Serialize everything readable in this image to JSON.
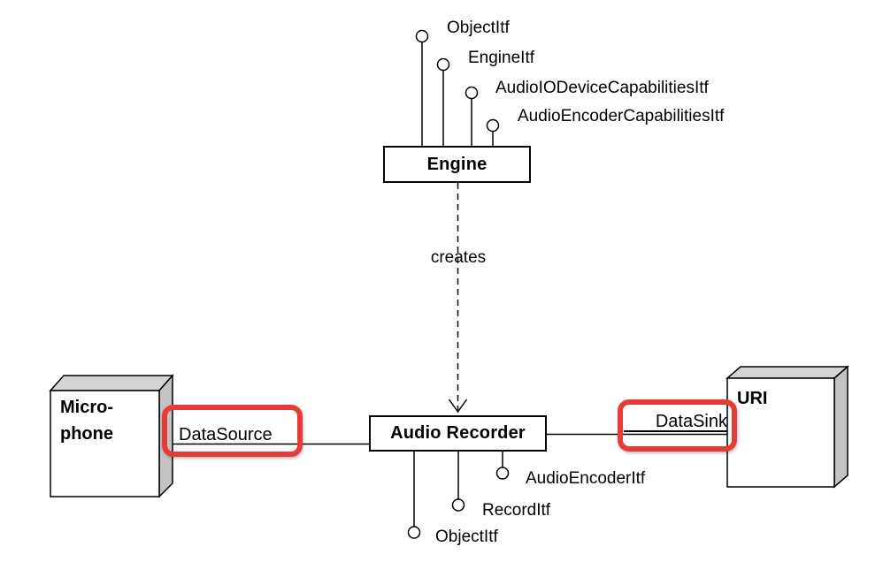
{
  "colors": {
    "highlight_red": "#e83b36",
    "box_top_face": "#d4d4d4",
    "box_side_face": "#c3c3c3",
    "line": "#000000",
    "node_fill": "#ffffff"
  },
  "engine": {
    "title": "Engine",
    "interfaces": [
      {
        "label": "ObjectItf"
      },
      {
        "label": "EngineItf"
      },
      {
        "label": "AudioIODeviceCapabilitiesItf"
      },
      {
        "label": "AudioEncoderCapabilitiesItf"
      }
    ]
  },
  "relation": {
    "label": "creates"
  },
  "audio_recorder": {
    "title": "Audio Recorder",
    "interfaces": [
      {
        "label": "AudioEncoderItf"
      },
      {
        "label": "RecordItf"
      },
      {
        "label": "ObjectItf"
      }
    ]
  },
  "source_device": {
    "title_line1": "Micro-",
    "title_line2": "phone",
    "connector_label": "DataSource"
  },
  "sink_device": {
    "title": "URI",
    "connector_label": "DataSink"
  }
}
